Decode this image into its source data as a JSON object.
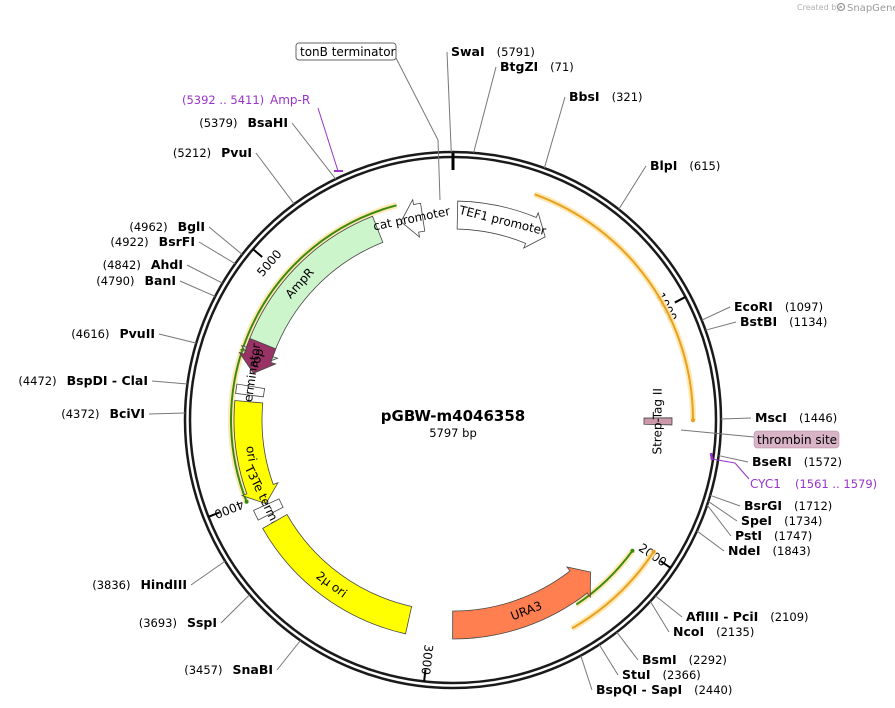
{
  "credit": {
    "prefix": "Created by",
    "brand": "SnapGene"
  },
  "plasmid": {
    "name": "pGBW-m4046358",
    "length_label": "5797 bp",
    "length_bp": 5797
  },
  "ticks": [
    {
      "label": "1000",
      "bp": 1000
    },
    {
      "label": "2000",
      "bp": 2000
    },
    {
      "label": "3000",
      "bp": 3000
    },
    {
      "label": "4000",
      "bp": 4000
    },
    {
      "label": "5000",
      "bp": 5000
    }
  ],
  "sites": [
    {
      "id": "swai",
      "name": "SwaI",
      "pos": "(5791)",
      "bp": 5791,
      "side": "right"
    },
    {
      "id": "btgzi",
      "name": "BtgZI",
      "pos": "(71)",
      "bp": 71,
      "side": "right"
    },
    {
      "id": "bbsi",
      "name": "BbsI",
      "pos": "(321)",
      "bp": 321,
      "side": "right"
    },
    {
      "id": "blpi",
      "name": "BlpI",
      "pos": "(615)",
      "bp": 615,
      "side": "right"
    },
    {
      "id": "ecori",
      "name": "EcoRI",
      "pos": "(1097)",
      "bp": 1097,
      "side": "right"
    },
    {
      "id": "bstbi",
      "name": "BstBI",
      "pos": "(1134)",
      "bp": 1134,
      "side": "right"
    },
    {
      "id": "msci",
      "name": "MscI",
      "pos": "(1446)",
      "bp": 1446,
      "side": "right"
    },
    {
      "id": "bseri",
      "name": "BseRI",
      "pos": "(1572)",
      "bp": 1572,
      "side": "right"
    },
    {
      "id": "bsrgi",
      "name": "BsrGI",
      "pos": "(1712)",
      "bp": 1712,
      "side": "right"
    },
    {
      "id": "spei",
      "name": "SpeI",
      "pos": "(1734)",
      "bp": 1734,
      "side": "right"
    },
    {
      "id": "psti",
      "name": "PstI",
      "pos": "(1747)",
      "bp": 1747,
      "side": "right"
    },
    {
      "id": "ndei",
      "name": "NdeI",
      "pos": "(1843)",
      "bp": 1843,
      "side": "right"
    },
    {
      "id": "afliii",
      "name": "AflIII  - PciI",
      "pos": "(2109)",
      "bp": 2109,
      "side": "right"
    },
    {
      "id": "ncoi",
      "name": "NcoI",
      "pos": "(2135)",
      "bp": 2135,
      "side": "right"
    },
    {
      "id": "bsmi",
      "name": "BsmI",
      "pos": "(2292)",
      "bp": 2292,
      "side": "right"
    },
    {
      "id": "stui",
      "name": "StuI",
      "pos": "(2366)",
      "bp": 2366,
      "side": "right"
    },
    {
      "id": "bspqi",
      "name": "BspQI  - SapI",
      "pos": "(2440)",
      "bp": 2440,
      "side": "right"
    },
    {
      "id": "snabi",
      "name": "SnaBI",
      "pos": "(3457)",
      "bp": 3457,
      "side": "left"
    },
    {
      "id": "sspi",
      "name": "SspI",
      "pos": "(3693)",
      "bp": 3693,
      "side": "left"
    },
    {
      "id": "hindiii",
      "name": "HindIII",
      "pos": "(3836)",
      "bp": 3836,
      "side": "left"
    },
    {
      "id": "bcivi",
      "name": "BciVI",
      "pos": "(4372)",
      "bp": 4372,
      "side": "left"
    },
    {
      "id": "bspdi",
      "name": "BspDI  - ClaI",
      "pos": "(4472)",
      "bp": 4472,
      "side": "left"
    },
    {
      "id": "pvuii",
      "name": "PvuII",
      "pos": "(4616)",
      "bp": 4616,
      "side": "left"
    },
    {
      "id": "bani",
      "name": "BanI",
      "pos": "(4790)",
      "bp": 4790,
      "side": "left"
    },
    {
      "id": "ahdi",
      "name": "AhdI",
      "pos": "(4842)",
      "bp": 4842,
      "side": "left"
    },
    {
      "id": "bsrfi",
      "name": "BsrFI",
      "pos": "(4922)",
      "bp": 4922,
      "side": "left"
    },
    {
      "id": "bgli",
      "name": "BglI",
      "pos": "(4962)",
      "bp": 4962,
      "side": "left"
    },
    {
      "id": "pvui",
      "name": "PvuI",
      "pos": "(5212)",
      "bp": 5212,
      "side": "left"
    },
    {
      "id": "bsahi",
      "name": "BsaHI",
      "pos": "(5379)",
      "bp": 5379,
      "side": "left"
    }
  ],
  "features": [
    {
      "id": "tef1",
      "label": "TEF1 promoter",
      "start": 20,
      "end": 430,
      "strand": 1,
      "color": "#ffffff",
      "kind": "arrow"
    },
    {
      "id": "ampr",
      "label": "AmpR",
      "start": 4590,
      "end": 5450,
      "strand": -1,
      "color": "#ccf5cc",
      "kind": "arrow"
    },
    {
      "id": "cat-promoter",
      "label": "cat promoter",
      "start": 5560,
      "end": 5660,
      "strand": -1,
      "color": "#ffffff",
      "kind": "arrow"
    },
    {
      "id": "rop",
      "label": "rop",
      "start": 4560,
      "end": 4700,
      "strand": -1,
      "color": "#993366",
      "kind": "arrow"
    },
    {
      "id": "t7te",
      "label": "T7Te terminator",
      "start": 4460,
      "end": 4500,
      "strand": -1,
      "color": "#ffffff",
      "kind": "small"
    },
    {
      "id": "ori",
      "label": "ori",
      "start": 3960,
      "end": 4430,
      "strand": -1,
      "color": "#ffff00",
      "kind": "arrow"
    },
    {
      "id": "t3te",
      "label": "T3Te terminator",
      "start": 3910,
      "end": 3955,
      "strand": -1,
      "color": "#ffffff",
      "kind": "small"
    },
    {
      "id": "two-micron",
      "label": "2µ ori",
      "start": 3100,
      "end": 3870,
      "strand": 0,
      "color": "#ffff00",
      "kind": "box"
    },
    {
      "id": "ura3",
      "label": "URA3",
      "start": 2220,
      "end": 2900,
      "strand": -1,
      "color": "#ff7f50",
      "kind": "arrow"
    },
    {
      "id": "strep-tag",
      "label": "Strep-Tag II",
      "start": 1440,
      "end": 1470,
      "strand": 1,
      "color": "#cc99aa",
      "kind": "small"
    }
  ],
  "callouts": {
    "tonb": {
      "label": "tonB terminator"
    },
    "thrombin": {
      "label": "thrombin site"
    },
    "amp_r": {
      "range": "(5392 .. 5411)",
      "label": "Amp-R"
    },
    "cyc1": {
      "label": "CYC1",
      "range": "(1561 .. 1579)"
    }
  },
  "colors": {
    "backbone": "#1a1a1a",
    "orf_orange": "#e8a020",
    "orf_green": "#3a8a10",
    "leader": "#777777",
    "purple": "#9933cc",
    "thrombin_bg": "#d9b3c6"
  }
}
